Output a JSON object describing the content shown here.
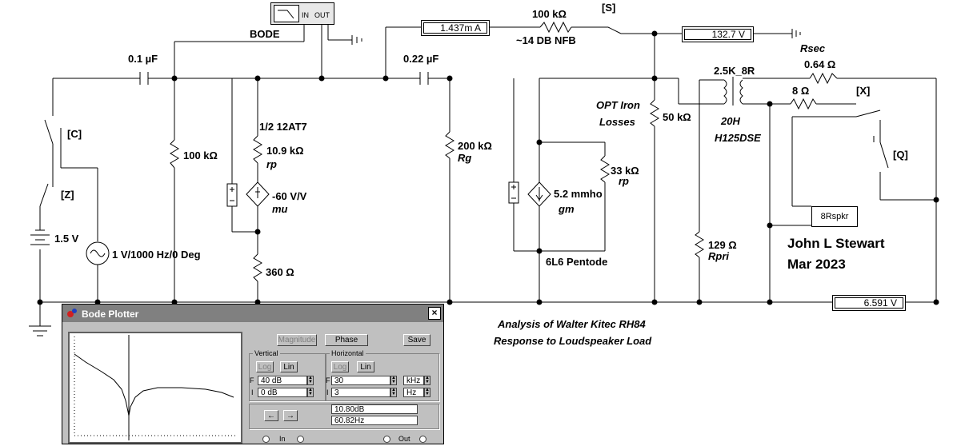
{
  "schematic": {
    "labels": {
      "bode_label": "BODE",
      "bode_in": "IN",
      "bode_out": "OUT",
      "cap1": "0.1 µF",
      "cap2": "0.22 µF",
      "res_100k_fb": "100 kΩ",
      "nfb": "~14 DB NFB",
      "switch_s": "[S]",
      "rsec": "Rsec",
      "xfmr": "2.5K_8R",
      "r064": "0.64 Ω",
      "r8": "8 Ω",
      "switch_x": "[X]",
      "switch_c": "[C]",
      "switch_z": "[Z]",
      "battery": "1.5 V",
      "source": "1 V/1000 Hz/0 Deg",
      "res_100k_grid": "100 kΩ",
      "tube_12at7": "1/2 12AT7",
      "res_109k": "10.9 kΩ",
      "rp1": "rp",
      "mu_val": "-60 V/V",
      "mu": "mu",
      "res_360": "360 Ω",
      "res_200k": "200 kΩ",
      "rg": "Rg",
      "res_33k": "33 kΩ",
      "rp2": "rp",
      "gm_val": "5.2 mmho",
      "gm": "gm",
      "pentode": "6L6 Pentode",
      "opt_iron": "OPT Iron",
      "losses": "Losses",
      "res_50k": "50 kΩ",
      "h20": "20H",
      "h125": "H125DSE",
      "switch_q": "[Q]",
      "speaker": "8Rspkr",
      "res_129": "129 Ω",
      "rpri": "Rpri",
      "author": "John L Stewart",
      "date": "Mar 2023",
      "analysis1": "Analysis of Walter Kitec RH84",
      "analysis2": "Response to Loudspeaker Load"
    },
    "meters": {
      "current": "1.437m A",
      "volt_top": "132.7  V",
      "volt_bottom": "6.591  V"
    }
  },
  "bode_window": {
    "title": "Bode Plotter",
    "close_glyph": "×",
    "magnitude": "Magnitude",
    "phase": "Phase",
    "save": "Save",
    "vertical": {
      "label": "Vertical",
      "log": "Log",
      "lin": "Lin",
      "f_prefix": "F",
      "f_value": "40 dB",
      "i_prefix": "I",
      "i_value": "0 dB"
    },
    "horizontal": {
      "label": "Horizontal",
      "log": "Log",
      "lin": "Lin",
      "f_prefix": "F",
      "f_value": "30",
      "f_unit": "kHz",
      "i_prefix": "I",
      "i_value": "3",
      "i_unit": "Hz"
    },
    "left_arrow": "←",
    "right_arrow": "→",
    "readout_db": "10.80dB",
    "readout_hz": "60.82Hz",
    "in_label": "In",
    "out_label": "Out",
    "plot_color": "#000000"
  }
}
